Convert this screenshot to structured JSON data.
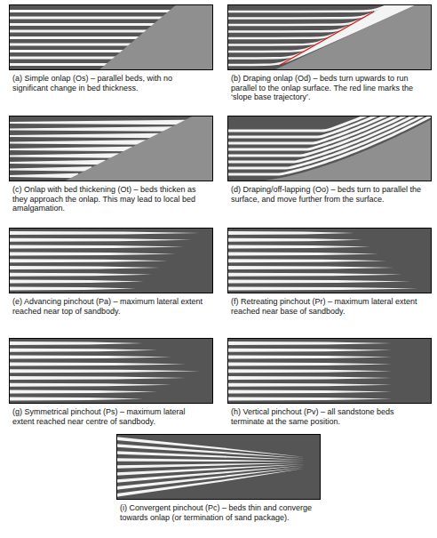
{
  "diagram": {
    "nodes": [
      {
        "text": [
          "(a) Simple onlap (Os) – parallel beds, with no significant change in bed thickness."
        ]
      },
      {
        "text": [
          "(b) Draping onlap (Od) – beds turn upwards to run parallel to the onlap surface. The red line marks the ‘slope base trajectory’."
        ]
      },
      {
        "text": [
          "(c) Onlap with bed thickening (Ot) – beds thicken as they approach the onlap. This may lead to local bed amalgamation."
        ]
      },
      {
        "text": [
          "(d) Draping/off-lapping (Oo) – beds turn to parallel the surface, and move further from the surface."
        ]
      },
      {
        "text": [
          "(e) Advancing pinchout (Pa) – maximum lateral extent reached near top of sandbody."
        ]
      },
      {
        "text": [
          "(f) Retreating pinchout (Pr) – maximum lateral extent reached near base of sandbody."
        ]
      },
      {
        "text": [
          "(g) Symmetrical pinchout (Ps) – maximum lateral extent reached near centre of sandbody."
        ]
      },
      {
        "text": [
          "(h) Vertical pinchout (Pv) – all sandstone beds terminate at the same position."
        ]
      },
      {
        "text": [
          "(i) Convergent pinchout (Pc) – beds thin and converge towards onlap (or termination of sand package)."
        ]
      }
    ]
  }
}
